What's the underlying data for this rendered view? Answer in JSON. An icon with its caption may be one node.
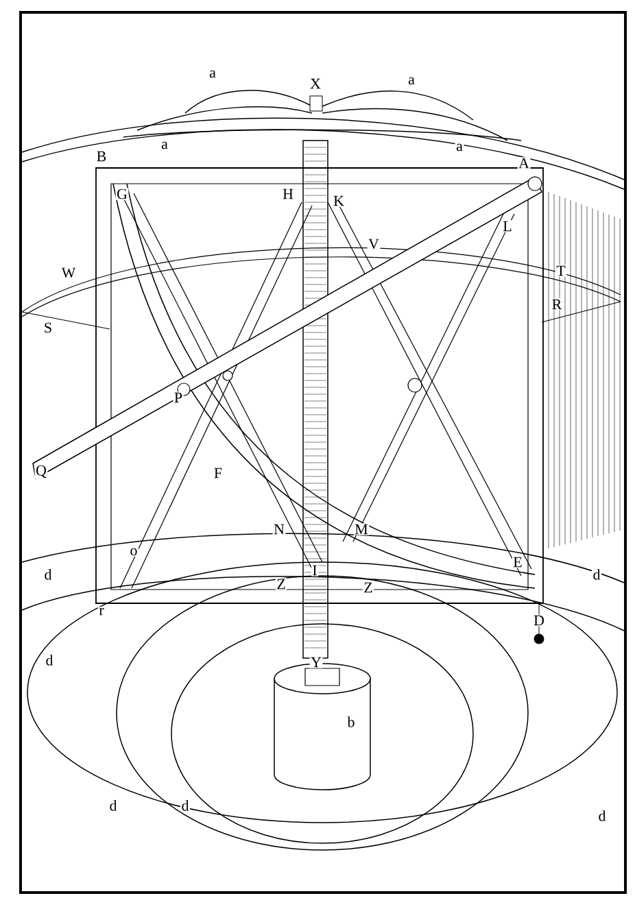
{
  "diagram": {
    "labels": [
      "a",
      "X",
      "a",
      "a",
      "a",
      "B",
      "A",
      "G",
      "H",
      "K",
      "L",
      "V",
      "W",
      "T",
      "R",
      "S",
      "P",
      "Q",
      "F",
      "N",
      "M",
      "o",
      "d",
      "I",
      "E",
      "d",
      "Z",
      "Z",
      "r",
      "D",
      "d",
      "Y",
      "b",
      "d",
      "d",
      "d"
    ]
  }
}
